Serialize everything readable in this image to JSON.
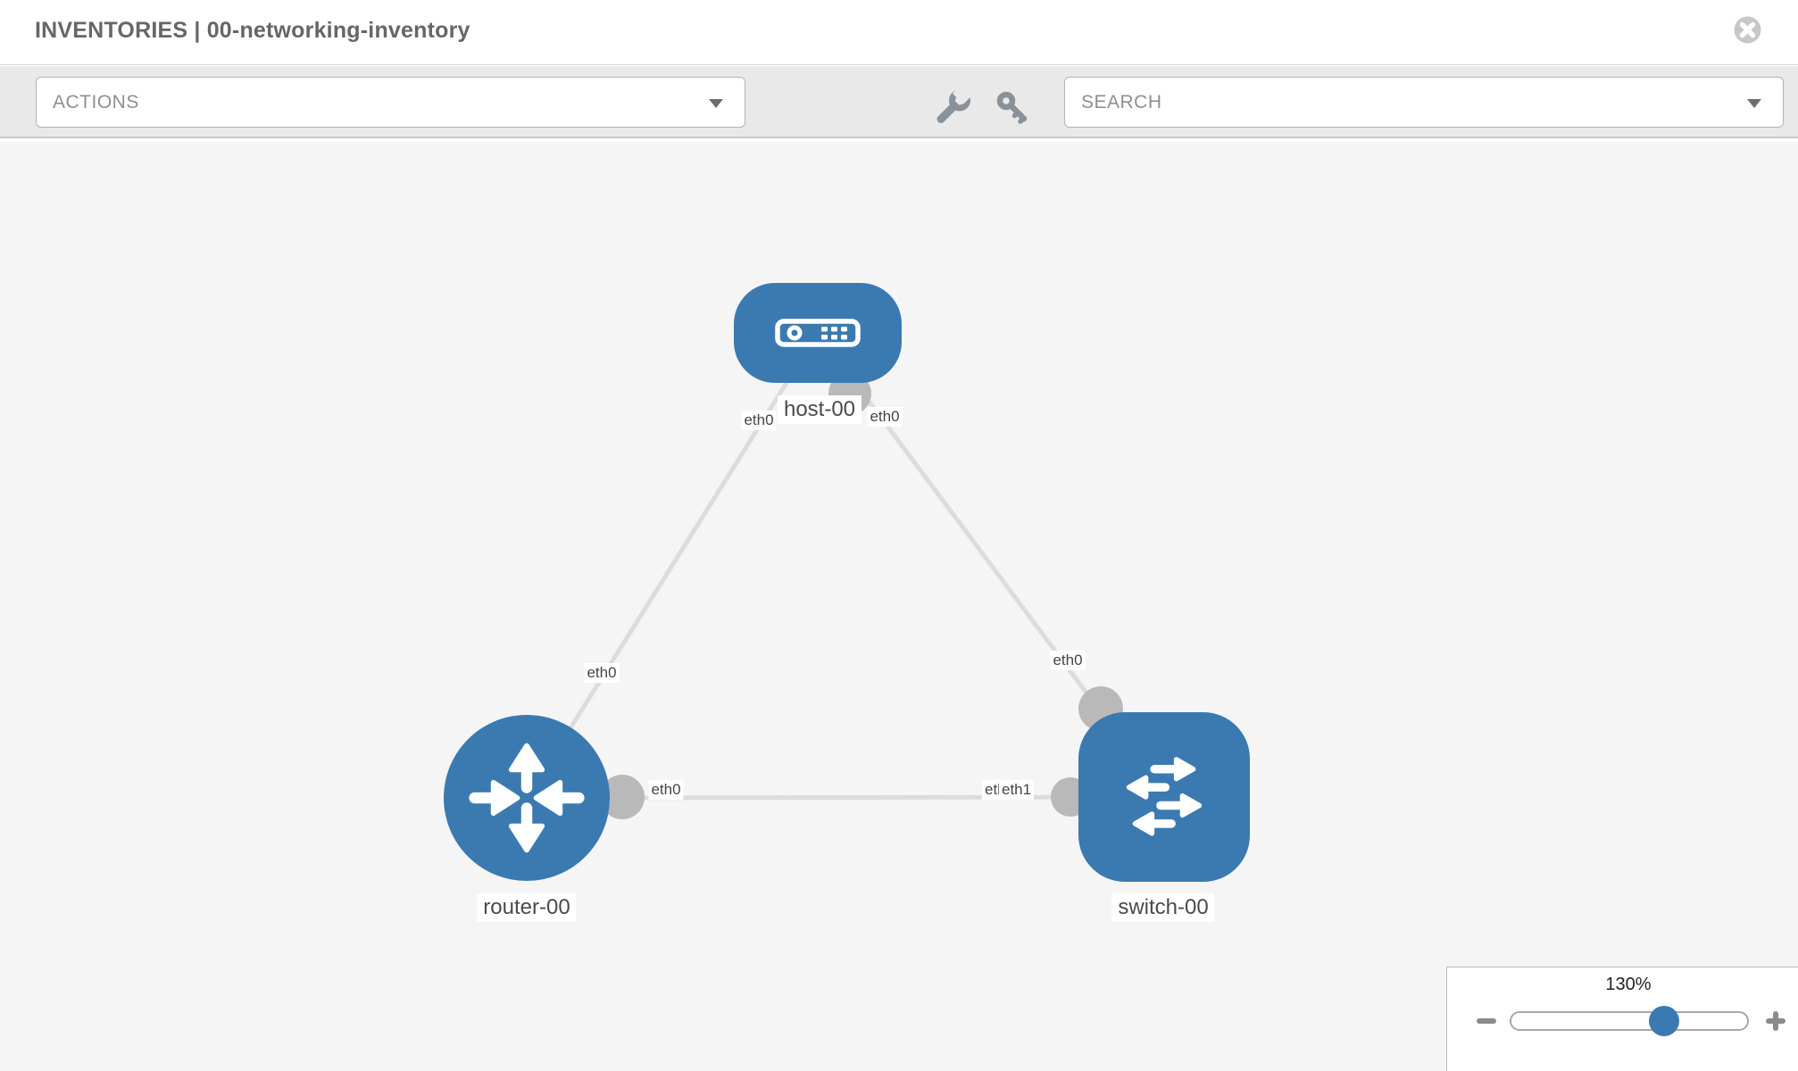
{
  "header": {
    "title": "INVENTORIES | 00-networking-inventory"
  },
  "toolbar": {
    "actions_label": "ACTIONS",
    "search_label": "SEARCH",
    "icons": [
      "wrench-icon",
      "key-icon"
    ]
  },
  "topology": {
    "nodes": {
      "host": {
        "name": "host-00",
        "icon": "host-device-icon"
      },
      "router": {
        "name": "router-00",
        "icon": "router-arrows-icon"
      },
      "switch": {
        "name": "switch-00",
        "icon": "switch-arrows-icon"
      }
    },
    "links": [
      {
        "from": "host-00",
        "to": "router-00"
      },
      {
        "from": "host-00",
        "to": "switch-00"
      },
      {
        "from": "router-00",
        "to": "switch-00"
      }
    ],
    "interfaces": {
      "host_left": "eth0",
      "host_right": "eth0",
      "router_top": "eth0",
      "router_right": "eth0",
      "switch_top": "eth0",
      "switch_left_back": "eth0",
      "switch_left_front": "eth1"
    }
  },
  "zoom_control": {
    "level": "130%"
  },
  "colors": {
    "node_blue": "#3b7ab1",
    "canvas_bg": "#f5f5f5",
    "toolbar_bg": "#e9e9e9",
    "link_gray": "#dcdcdc",
    "connector_gray": "#b9b9b9",
    "title_gray": "#666666"
  }
}
